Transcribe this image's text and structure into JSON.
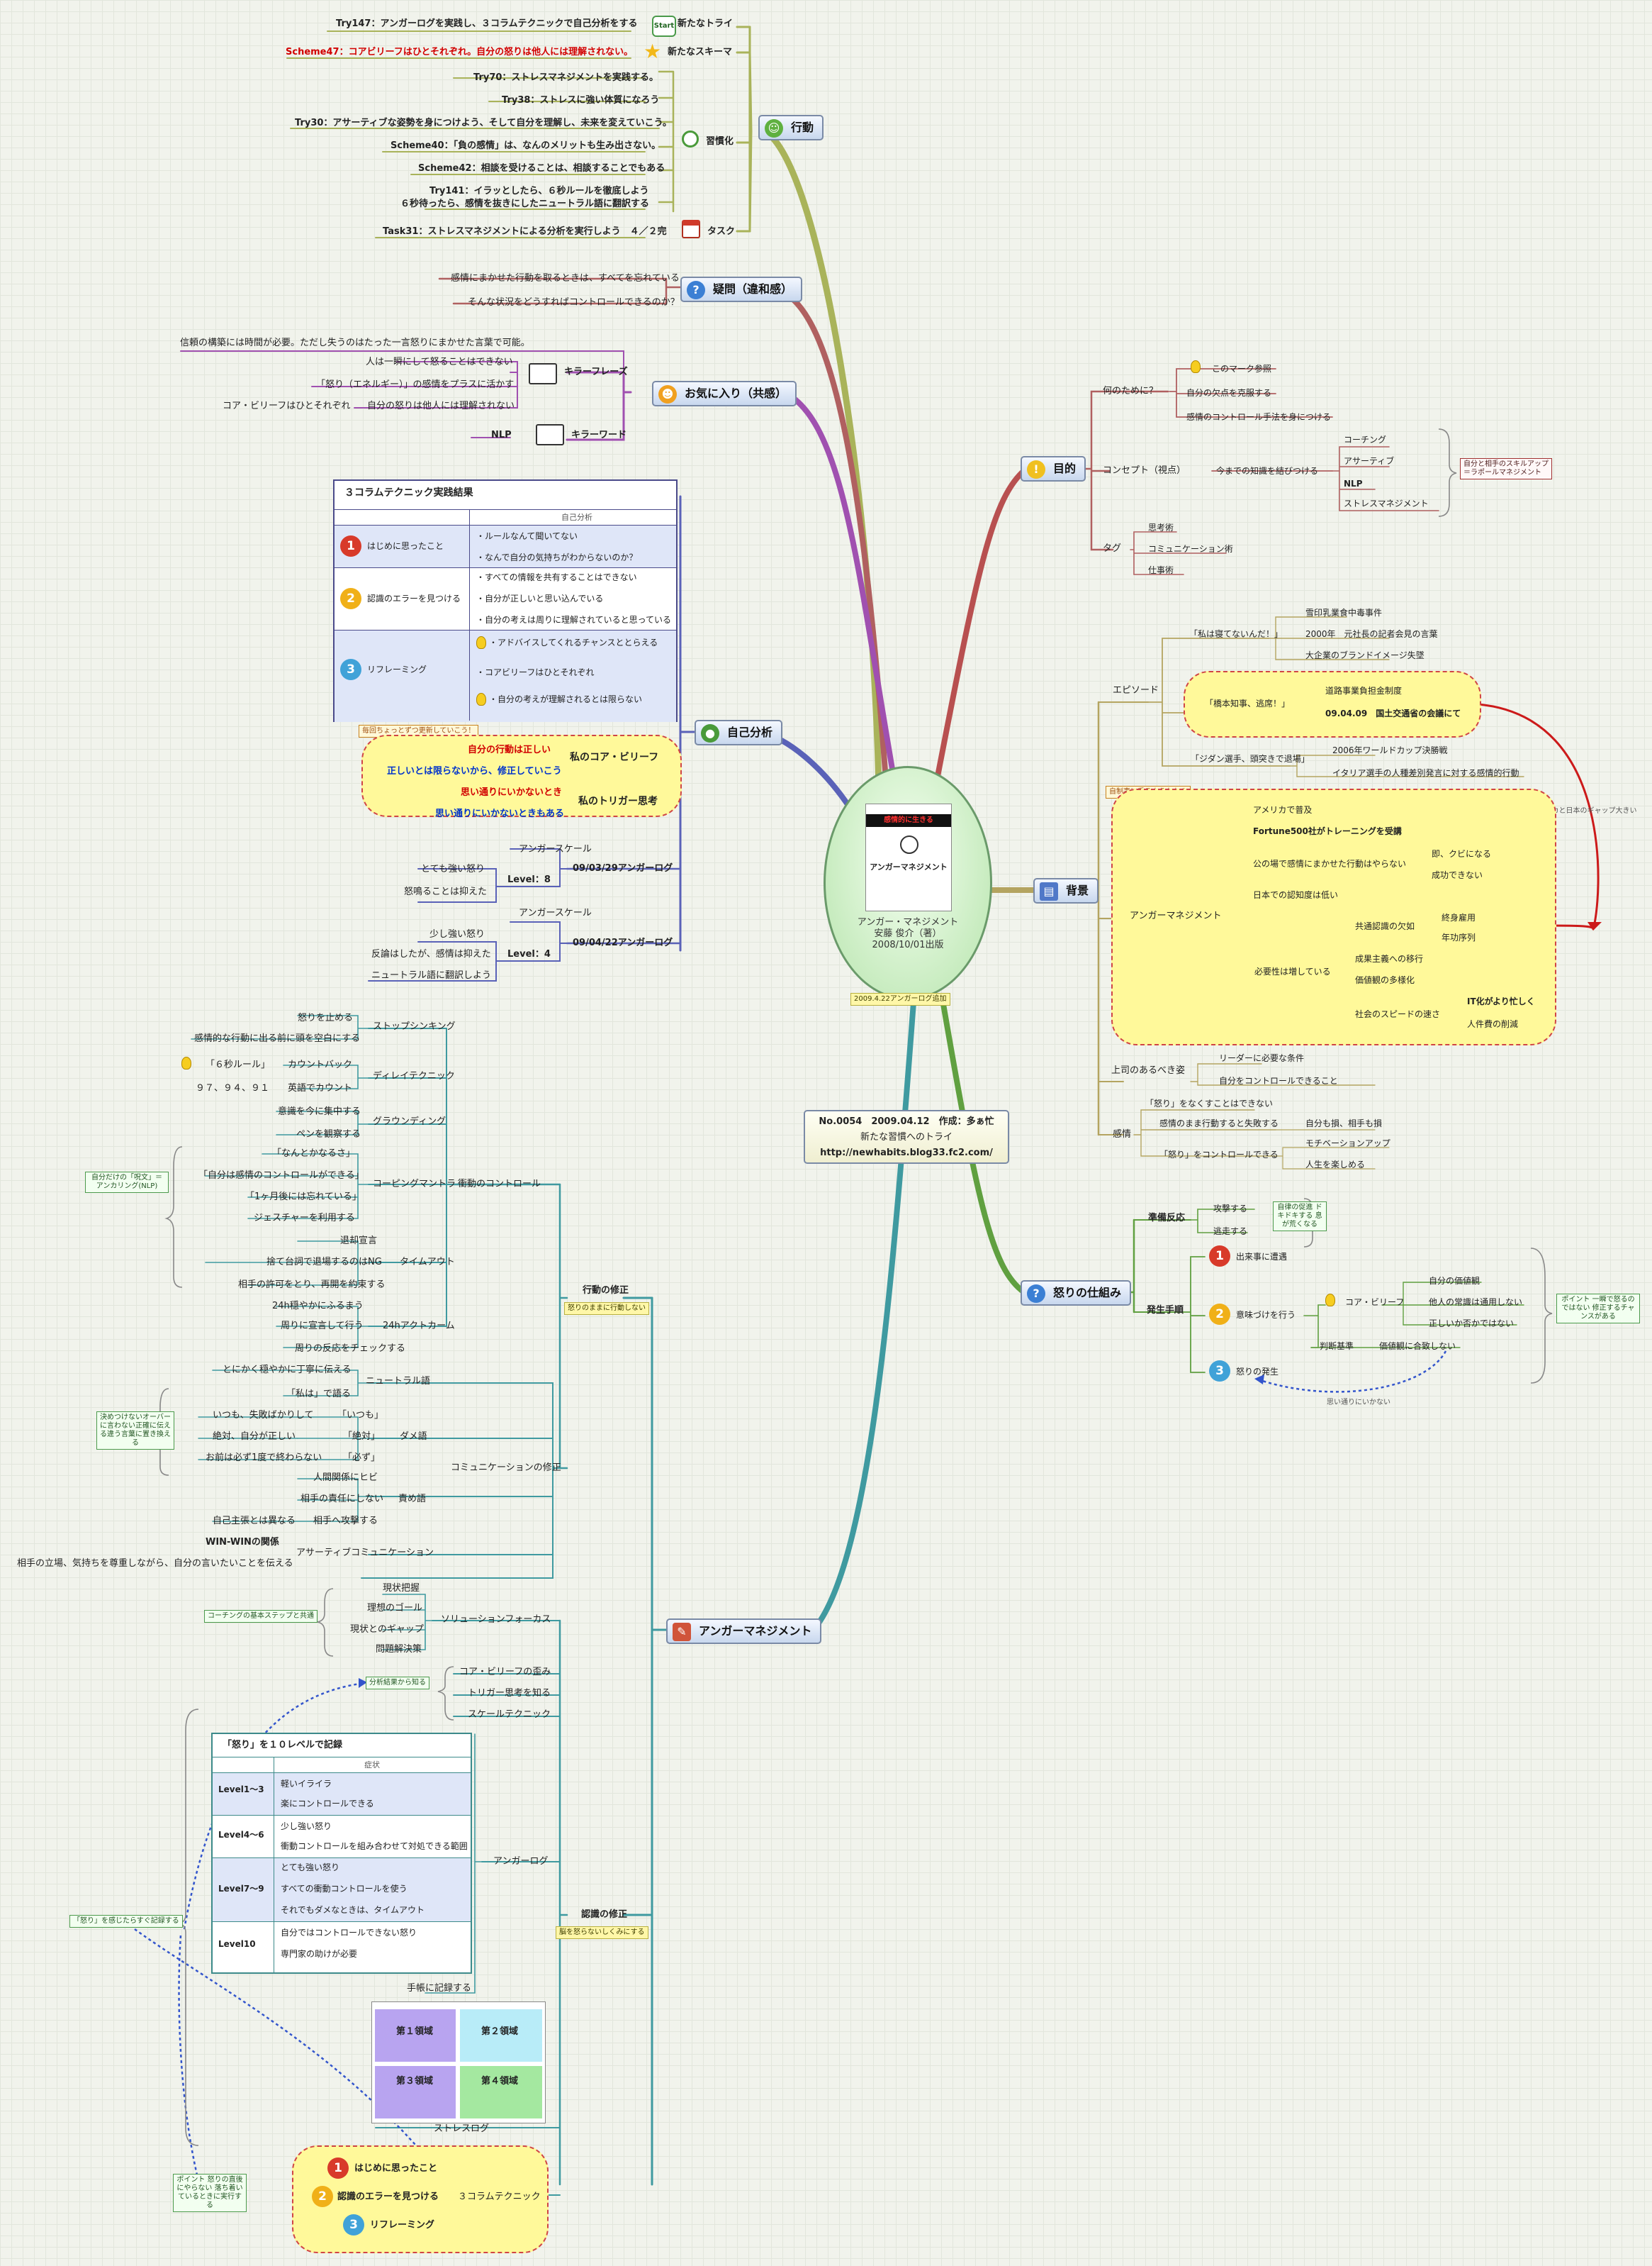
{
  "center": {
    "book_title": "アンガー・マネジメント",
    "author": "安藤 俊介（著）",
    "published": "2008/10/01出版",
    "note": "2009.4.22アンガーログ追加",
    "cover_title": "アンガーマネジメント",
    "cover_banner": "感情的に生きる"
  },
  "info_box": {
    "line1": "No.0054　2009.04.12　作成：多ぁ忙",
    "line2": "新たな習慣へのトライ",
    "line3": "http://newhabits.blog33.fc2.com/"
  },
  "branches": {
    "action": "行動",
    "question": "疑問（違和感）",
    "favorite": "お気に入り（共感）",
    "self": "自己分析",
    "anger": "アンガーマネジメント",
    "purpose": "目的",
    "background": "背景",
    "mechanism": "怒りの仕組み"
  },
  "action": {
    "try147": "Try147：アンガーログを実践し、３コラムテクニックで自己分析をする",
    "new_try": "新たなトライ",
    "start": "Start",
    "scheme47": "Scheme47：コアビリーフはひとそれぞれ。自分の怒りは他人には理解されない。",
    "new_schema": "新たなスキーマ",
    "try70": "Try70：ストレスマネジメントを実践する。",
    "try38": "Try38：ストレスに強い体質になろう",
    "try30": "Try30：アサーティブな姿勢を身につけよう、そして自分を理解し、未来を変えていこう。",
    "habit": "習慣化",
    "scheme40": "Scheme40：「負の感情」は、なんのメリットも生み出さない。",
    "scheme42": "Scheme42：相談を受けることは、相談することでもある",
    "try141a": "Try141：イラッとしたら、６秒ルールを徹底しよう",
    "try141b": "６秒待ったら、感情を抜きにしたニュートラル語に翻訳する",
    "task31": "Task31：ストレスマネジメントによる分析を実行しよう　４／２完",
    "task": "タスク"
  },
  "question": {
    "q1": "感情にまかせた行動を取るときは、すべてを忘れている",
    "q2": "そんな状況をどうすればコントロールできるのか？"
  },
  "favorite": {
    "trust": "信頼の構築には時間が必要。ただし失うのはたった一言怒りにまかせた言葉で可能。",
    "p1": "人は一瞬にして怒ることはできない",
    "p2": "「怒り（エネルギー）」の感情をプラスに活かす",
    "p3a": "コア・ビリーフはひとそれぞれ",
    "p3b": "自分の怒りは他人には理解されない",
    "killer_phrase": "キラーフレーズ",
    "nlp": "NLP",
    "killer_word": "キラーワード"
  },
  "self": {
    "table_title": "３コラムテクニック実践結果",
    "col_header": "自己分析",
    "r1_label": "はじめに思ったこと",
    "r1_items": [
      "・ルールなんて聞いてない",
      "・なんで自分の気持ちがわからないのか？"
    ],
    "r2_label": "認識のエラーを見つける",
    "r2_items": [
      "・すべての情報を共有することはできない",
      "・自分が正しいと思い込んでいる",
      "・自分の考えは周りに理解されていると思っている"
    ],
    "r3_label": "リフレーミング",
    "r3_items": [
      "・アドバイスしてくれるチャンスととらえる",
      "・コアビリーフはひとそれぞれ",
      "・自分の考えが理解されるとは限らない"
    ],
    "note": "毎回ちょっとずつ更新していこう！",
    "c1": "自分の行動は正しい",
    "c2": "正しいとは限らないから、修正していこう",
    "core_belief": "私のコア・ビリーフ",
    "t1": "思い通りにいかないとき",
    "t2": "思い通りにいかないときもある",
    "trigger": "私のトリガー思考",
    "scale": "アンガースケール",
    "log1": "09/03/29アンガーログ",
    "l1_feel": "とても強い怒り",
    "l1_level": "Level：8",
    "l1_note": "怒鳴ることは抑えた",
    "scale2": "アンガースケール",
    "log2": "09/04/22アンガーログ",
    "l2_feel": "少し強い怒り",
    "l2_level": "Level：4",
    "l2_note1": "反論はしたが、感情は抑えた",
    "l2_note2": "ニュートラル語に翻訳しよう"
  },
  "anger": {
    "stop": "ストップシンキング",
    "stop1": "怒りを止める",
    "stop2": "感情的な行動に出る前に頭を空白にする",
    "delay": "ディレイテクニック",
    "delay1a": "「６秒ルール」",
    "delay1b": "カウントバック",
    "delay2a": "９７、９４、９１",
    "delay2b": "英語でカウント",
    "ground": "グラウンディング",
    "ground1": "意識を今に集中する",
    "ground2": "ペンを観察する",
    "coping": "コーピングマントラ",
    "cop1": "「なんとかなるさ」",
    "cop2": "「自分は感情のコントロールができる」",
    "cop3": "「1ヶ月後には忘れている」",
    "cop4": "ジェスチャーを利用する",
    "cop_note": "自分だけの「呪文」＝アンカリング(NLP)",
    "timeout": "タイムアウト",
    "to1": "退却宣言",
    "to2": "捨て台詞で退場するのはNG",
    "to3": "相手の許可をとり、再開を約束する",
    "calm": "24hアクトカーム",
    "calm1": "24h穏やかにふるまう",
    "calm2": "周りに宣言して行う",
    "calm3": "周りの反応をチェックする",
    "impulse": "衝動のコントロール",
    "behavior": "行動の修正",
    "behavior_note": "怒りのままに行動しない",
    "neutral": "ニュートラル語",
    "neu1": "とにかく穏やかに丁寧に伝える",
    "watashi": "「私は」で語る",
    "itsumo": "いつも、失敗ばかりして",
    "itsumo_tag": "「いつも」",
    "zettai": "絶対、自分が正しい",
    "zettai_tag": "「絶対」",
    "kanarazu": "お前は必ず1度で終わらない",
    "kanarazu_tag": "「必ず」",
    "dame": "ダメ語",
    "dame_note": "決めつけないオーバーに言わない正確に伝える違う言葉に置き換える",
    "blame": "責め語",
    "blame1": "人間関係にヒビ",
    "blame2": "相手の責任にしない",
    "blame3a": "自己主張とは異なる",
    "blame3b": "相手へ攻撃する",
    "comm": "コミュニケーションの修正",
    "win": "WIN-WINの関係",
    "assert": "アサーティブコミュニケーション",
    "assert1": "相手の立場、気持ちを尊重しながら、自分の言いたいことを伝える",
    "solution": "ソリューションフォーカス",
    "sol1": "現状把握",
    "sol2": "理想のゴール",
    "sol3": "現状とのギャップ",
    "sol4": "問題解決策",
    "coaching_note": "コーチングの基本ステップと共通",
    "analysis_note": "分析結果から知る",
    "core": "コア・ビリーフの歪み",
    "trigger_know": "トリガー思考を知る",
    "scale_tech": "スケールテクニック",
    "log_title": "「怒り」を１０レベルで記録",
    "log_header": "症状",
    "lv1": "Level1～3",
    "lv1a": "軽いイライラ",
    "lv1b": "楽にコントロールできる",
    "lv2": "Level4～6",
    "lv2a": "少し強い怒り",
    "lv2b": "衝動コントロールを組み合わせて対処できる範囲",
    "lv3": "Level7～9",
    "lv3a": "とても強い怒り",
    "lv3b": "すべての衝動コントロールを使う",
    "lv3c": "それでもダメなときは、タイムアウト",
    "lv4": "Level10",
    "lv4a": "自分ではコントロールできない怒り",
    "lv4b": "専門家の助けが必要",
    "anger_log": "アンガーログ",
    "memo": "手帳に記録する",
    "record_note": "「怒り」を感じたらすぐ記録する",
    "q1": "第１領域",
    "q2": "第２領域",
    "q3": "第３領域",
    "q4": "第４領域",
    "stress_log": "ストレスログ",
    "cognition": "認識の修正",
    "cognition_note": "脳を怒らないしくみにする",
    "three_col": "３コラムテクニック",
    "tc1": "はじめに思ったこと",
    "tc2": "認識のエラーを見つける",
    "tc3": "リフレーミング",
    "point_note": "ポイント 怒りの直後にやらない 落ち着いているときに実行する"
  },
  "purpose": {
    "why": "何のために？",
    "w0": "このマーク参照",
    "w1": "自分の欠点を克服する",
    "w2": "感情のコントロール手法を身につける",
    "concept": "コンセプト（視点）",
    "concept1": "今までの知識を結びつける",
    "k1": "コーチング",
    "k2": "アサーティブ",
    "k3": "NLP",
    "k4": "ストレスマネジメント",
    "k_note": "自分と相手のスキルアップ＝ラポールマネジメント",
    "tag": "タグ",
    "t1": "思考術",
    "t2": "コミュニケーション術",
    "t3": "仕事術"
  },
  "background": {
    "episode": "エピソード",
    "e1": "「私は寝てないんだ！」",
    "e1a": "雪印乳業食中毒事件",
    "e1b": "2000年　元社長の記者会見の言葉",
    "e1c": "大企業のブランドイメージ失墜",
    "e2": "「橋本知事、逃席！」",
    "e2a": "道路事業負担金制度",
    "e2b": "09.04.09　国土交通省の会議にて",
    "e3": "「ジダン選手、頭突きで退場」",
    "e3a": "2006年ワールドカップ決勝戦",
    "e3b": "イタリア選手の人種差別発言に対する感情的行動",
    "gap_note": "アメリカと日本のギャップ大きい",
    "am_note": "自制事に乗るようなもの",
    "am": "アンガーマネジメント",
    "a1": "アメリカで普及",
    "a2": "Fortune500社がトレーニングを受講",
    "a3": "公の場で感情にまかせた行動はやらない",
    "a3a": "即、クビになる",
    "a3b": "成功できない",
    "a4": "日本での認知度は低い",
    "a5": "必要性は増している",
    "a5a": "共通認識の欠如",
    "a5a1": "終身雇用",
    "a5a2": "年功序列",
    "a5b": "成果主義への移行",
    "a5c": "価値観の多様化",
    "a5d": "社会のスピードの速さ",
    "a5d1": "IT化がより忙しく",
    "a5d2": "人件費の削減",
    "leader": "上司のあるべき姿",
    "leader1": "リーダーに必要な条件",
    "leader2": "自分をコントロールできること",
    "emotion": "感情",
    "em1": "「怒り」をなくすことはできない",
    "em2": "感情のまま行動すると失敗する",
    "em2a": "自分も損、相手も損",
    "em3": "「怒り」をコントロールできる",
    "em3a": "モチベーションアップ",
    "em3b": "人生を楽しめる"
  },
  "mechanism": {
    "prep": "準備反応",
    "p1": "攻撃する",
    "p2": "逃走する",
    "p_note": "自律の促進 ドキドキする 息が荒くなる",
    "process": "発生手順",
    "s1": "出来事に遭遇",
    "s2": "意味づけを行う",
    "s3": "怒りの発生",
    "core": "コア・ビリーフ",
    "c1": "自分の価値観",
    "c2": "他人の常識は通用しない",
    "c3": "正しいか否かではない",
    "judge": "判断基準",
    "judge1": "価値観に合致しない",
    "mismatch": "思い通りにいかない",
    "point": "ポイント 一瞬で怒るのではない 修正するチャンスがある"
  }
}
